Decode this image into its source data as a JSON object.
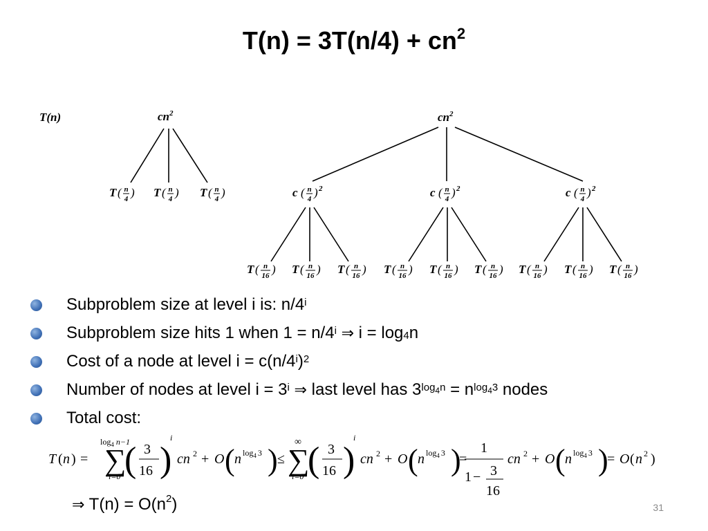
{
  "slide": {
    "title": "T(n) = 3T(n/4) + cn",
    "title_exp": "2",
    "page_number": "31"
  },
  "tree": {
    "left_root": "T(n)",
    "left_top": "cn",
    "left_top_exp": "2",
    "left_child_T": "T",
    "left_child_num": "n",
    "left_child_den": "4",
    "right_root": "cn",
    "right_root_exp": "2",
    "mid_c": "c",
    "mid_num": "n",
    "mid_den": "4",
    "mid_exp": "2",
    "leaf_T": "T",
    "leaf_num": "n",
    "leaf_den": "16"
  },
  "bullets": [
    {
      "text": "Subproblem size at level i is: n/4",
      "sup": "i"
    },
    {
      "a": "Subproblem size hits 1 when 1 = n/4",
      "a_sup": "i",
      "arrow": "⇒",
      "b": " i = log",
      "b_sub": "4",
      "c": "n"
    },
    {
      "a": "Cost of a node at level i = c(n/4",
      "a_sup": "i",
      "b": ")",
      "b_sup": "2"
    },
    {
      "a": "Number of nodes at level i = 3",
      "a_sup": "i",
      "arrow": "⇒",
      "b": " last level has 3",
      "b_sup": "log",
      "b_sup_sub": "4",
      "b_sup2": "n",
      "c": " = n",
      "c_sup": "log",
      "c_sup_sub": "4",
      "c_sup2": "3",
      "d": " nodes"
    },
    {
      "text": "Total cost:"
    }
  ],
  "formula": {
    "T": "T",
    "n": "n",
    "sum_upper1": "log",
    "sum_upper1_sub": "4",
    "sum_upper1_rest": " n−1",
    "sum_lower": "i=0",
    "sum_upper2": "∞",
    "frac_num": "3",
    "frac_den": "16",
    "power_i": "i",
    "cn": "cn",
    "two": "2",
    "plus": "+",
    "O": "O",
    "log": "log",
    "log_base": "4",
    "log_arg": "3",
    "eq": "=",
    "le": "≤",
    "one": "1",
    "minus": "−",
    "paren_l": "(",
    "paren_r": ")"
  },
  "conclusion": {
    "arrow": "⇒",
    "text": " T(n) = O(n",
    "exp": "2",
    "close": ")"
  }
}
